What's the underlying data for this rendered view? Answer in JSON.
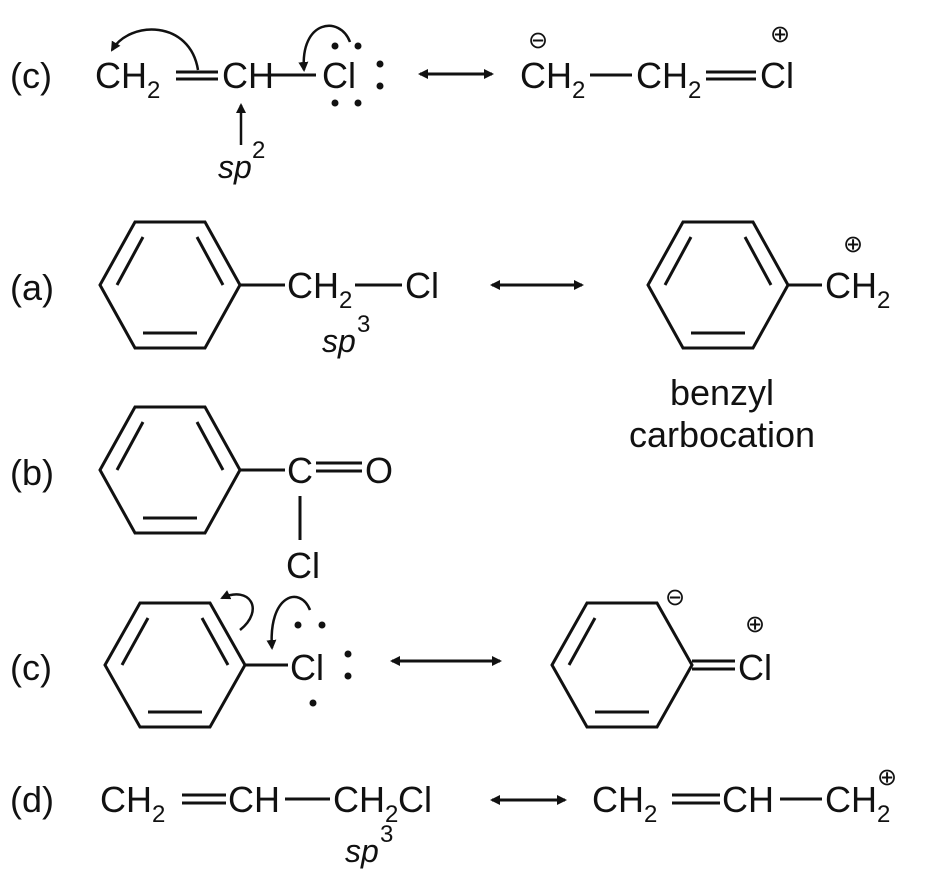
{
  "row_c1": {
    "label": "(c)",
    "left": {
      "ch2": "CH",
      "sub2": "2",
      "ch": "CH",
      "cl": "Cl"
    },
    "hybrid": {
      "sp": "sp",
      "sup": "2"
    },
    "right": {
      "ch2a": "CH",
      "sub2a": "2",
      "ch2b": "CH",
      "sub2b": "2",
      "cl": "Cl",
      "minus": "⊖",
      "plus": "⊕"
    }
  },
  "row_a": {
    "label": "(a)",
    "left": {
      "ch2": "CH",
      "sub2": "2",
      "cl": "Cl"
    },
    "hybrid": {
      "sp": "sp",
      "sup": "3"
    },
    "right": {
      "ch2": "CH",
      "sub2": "2",
      "plus": "⊕"
    },
    "caption": [
      "benzyl",
      "carbocation"
    ]
  },
  "row_b": {
    "label": "(b)",
    "c": "C",
    "o": "O",
    "cl": "Cl"
  },
  "row_c2": {
    "label": "(c)",
    "left": {
      "cl": "Cl"
    },
    "right": {
      "cl": "Cl",
      "minus": "⊖",
      "plus": "⊕"
    }
  },
  "row_d": {
    "label": "(d)",
    "left": {
      "ch2": "CH",
      "sub2": "2",
      "ch": "CH",
      "ch2cl": "CH",
      "sub2b": "2",
      "cl": "Cl"
    },
    "hybrid": {
      "sp": "sp",
      "sup": "3"
    },
    "right": {
      "ch2": "CH",
      "sub2": "2",
      "ch": "CH",
      "sub2b": "2",
      "plus": "⊕",
      "ch2b": "CH"
    }
  }
}
